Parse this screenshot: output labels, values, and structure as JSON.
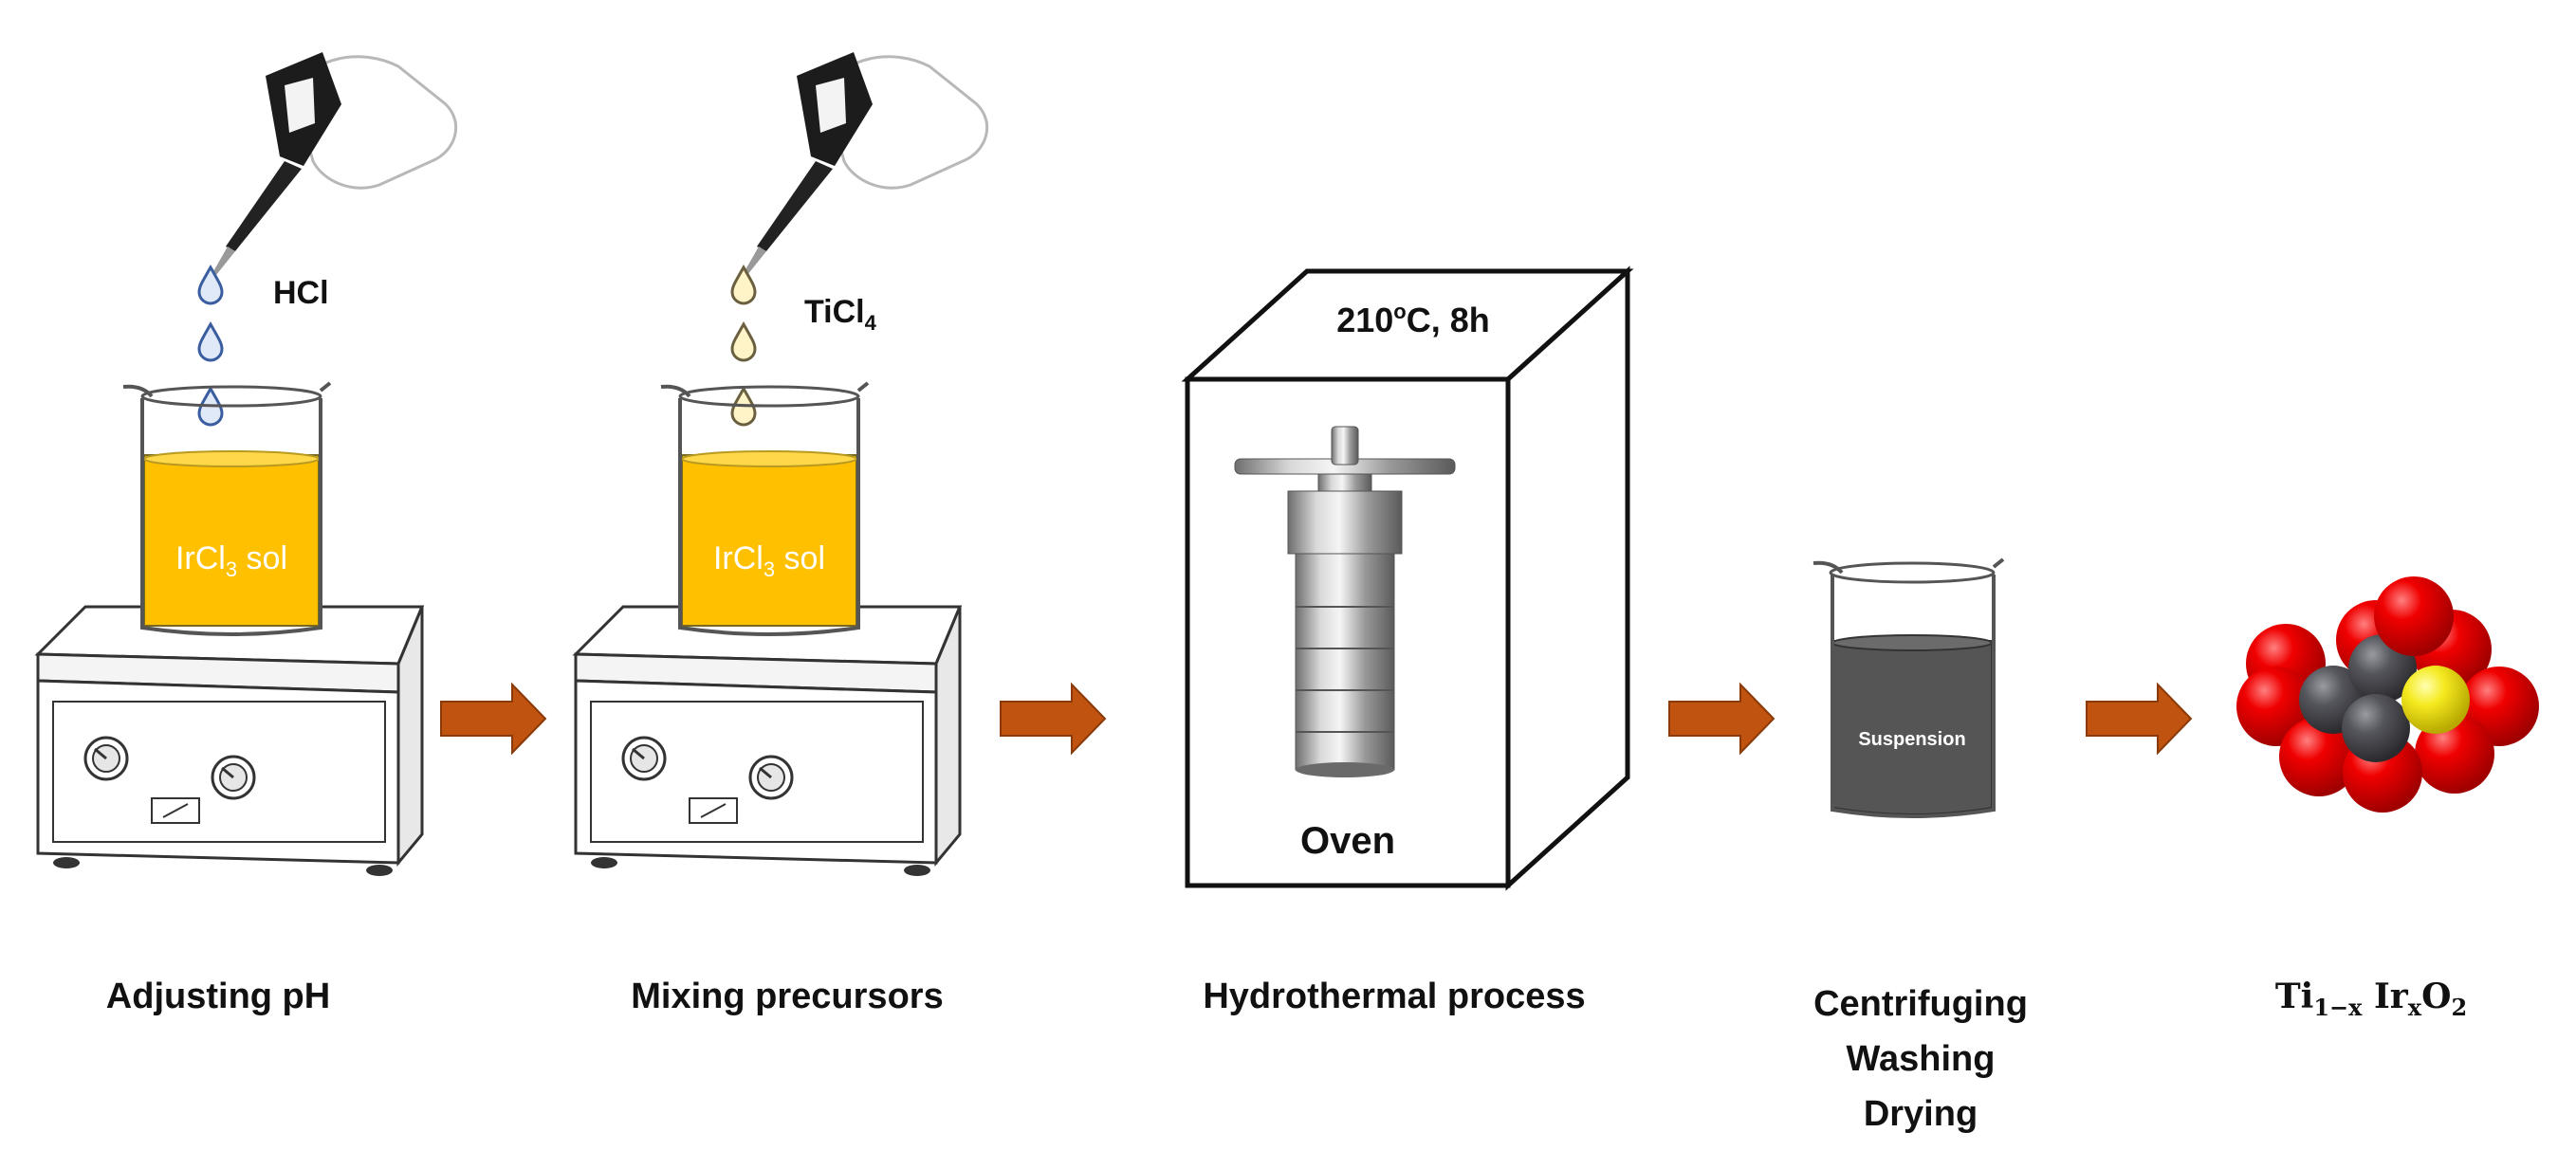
{
  "labels": {
    "hcl": "HCl",
    "ticl4_main": "TiCl",
    "ticl4_sub": "4",
    "beaker_main": "IrCl",
    "beaker_sub": "3",
    "beaker_suffix": " sol",
    "oven_condition_main": "210",
    "oven_condition_sup": "o",
    "oven_condition_rest": "C, 8h",
    "oven": "Oven",
    "suspension": "Suspension"
  },
  "steps": {
    "step1": "Adjusting pH",
    "step2": "Mixing precursors",
    "step3": "Hydrothermal process",
    "step4_line1": "Centrifuging",
    "step4_line2": "Washing",
    "step4_line3": "Drying",
    "product_ti": "Ti",
    "product_ti_sub": "1−x",
    "product_ir": " Ir",
    "product_ir_sub": "x",
    "product_o": "O",
    "product_o_sub": "2"
  },
  "colors": {
    "arrow": "#c0530f",
    "solution": "#ffc000",
    "suspension": "#555555",
    "oxygen": "#e00000",
    "titanium": "#4a4a50",
    "iridium": "#f5e81c"
  }
}
